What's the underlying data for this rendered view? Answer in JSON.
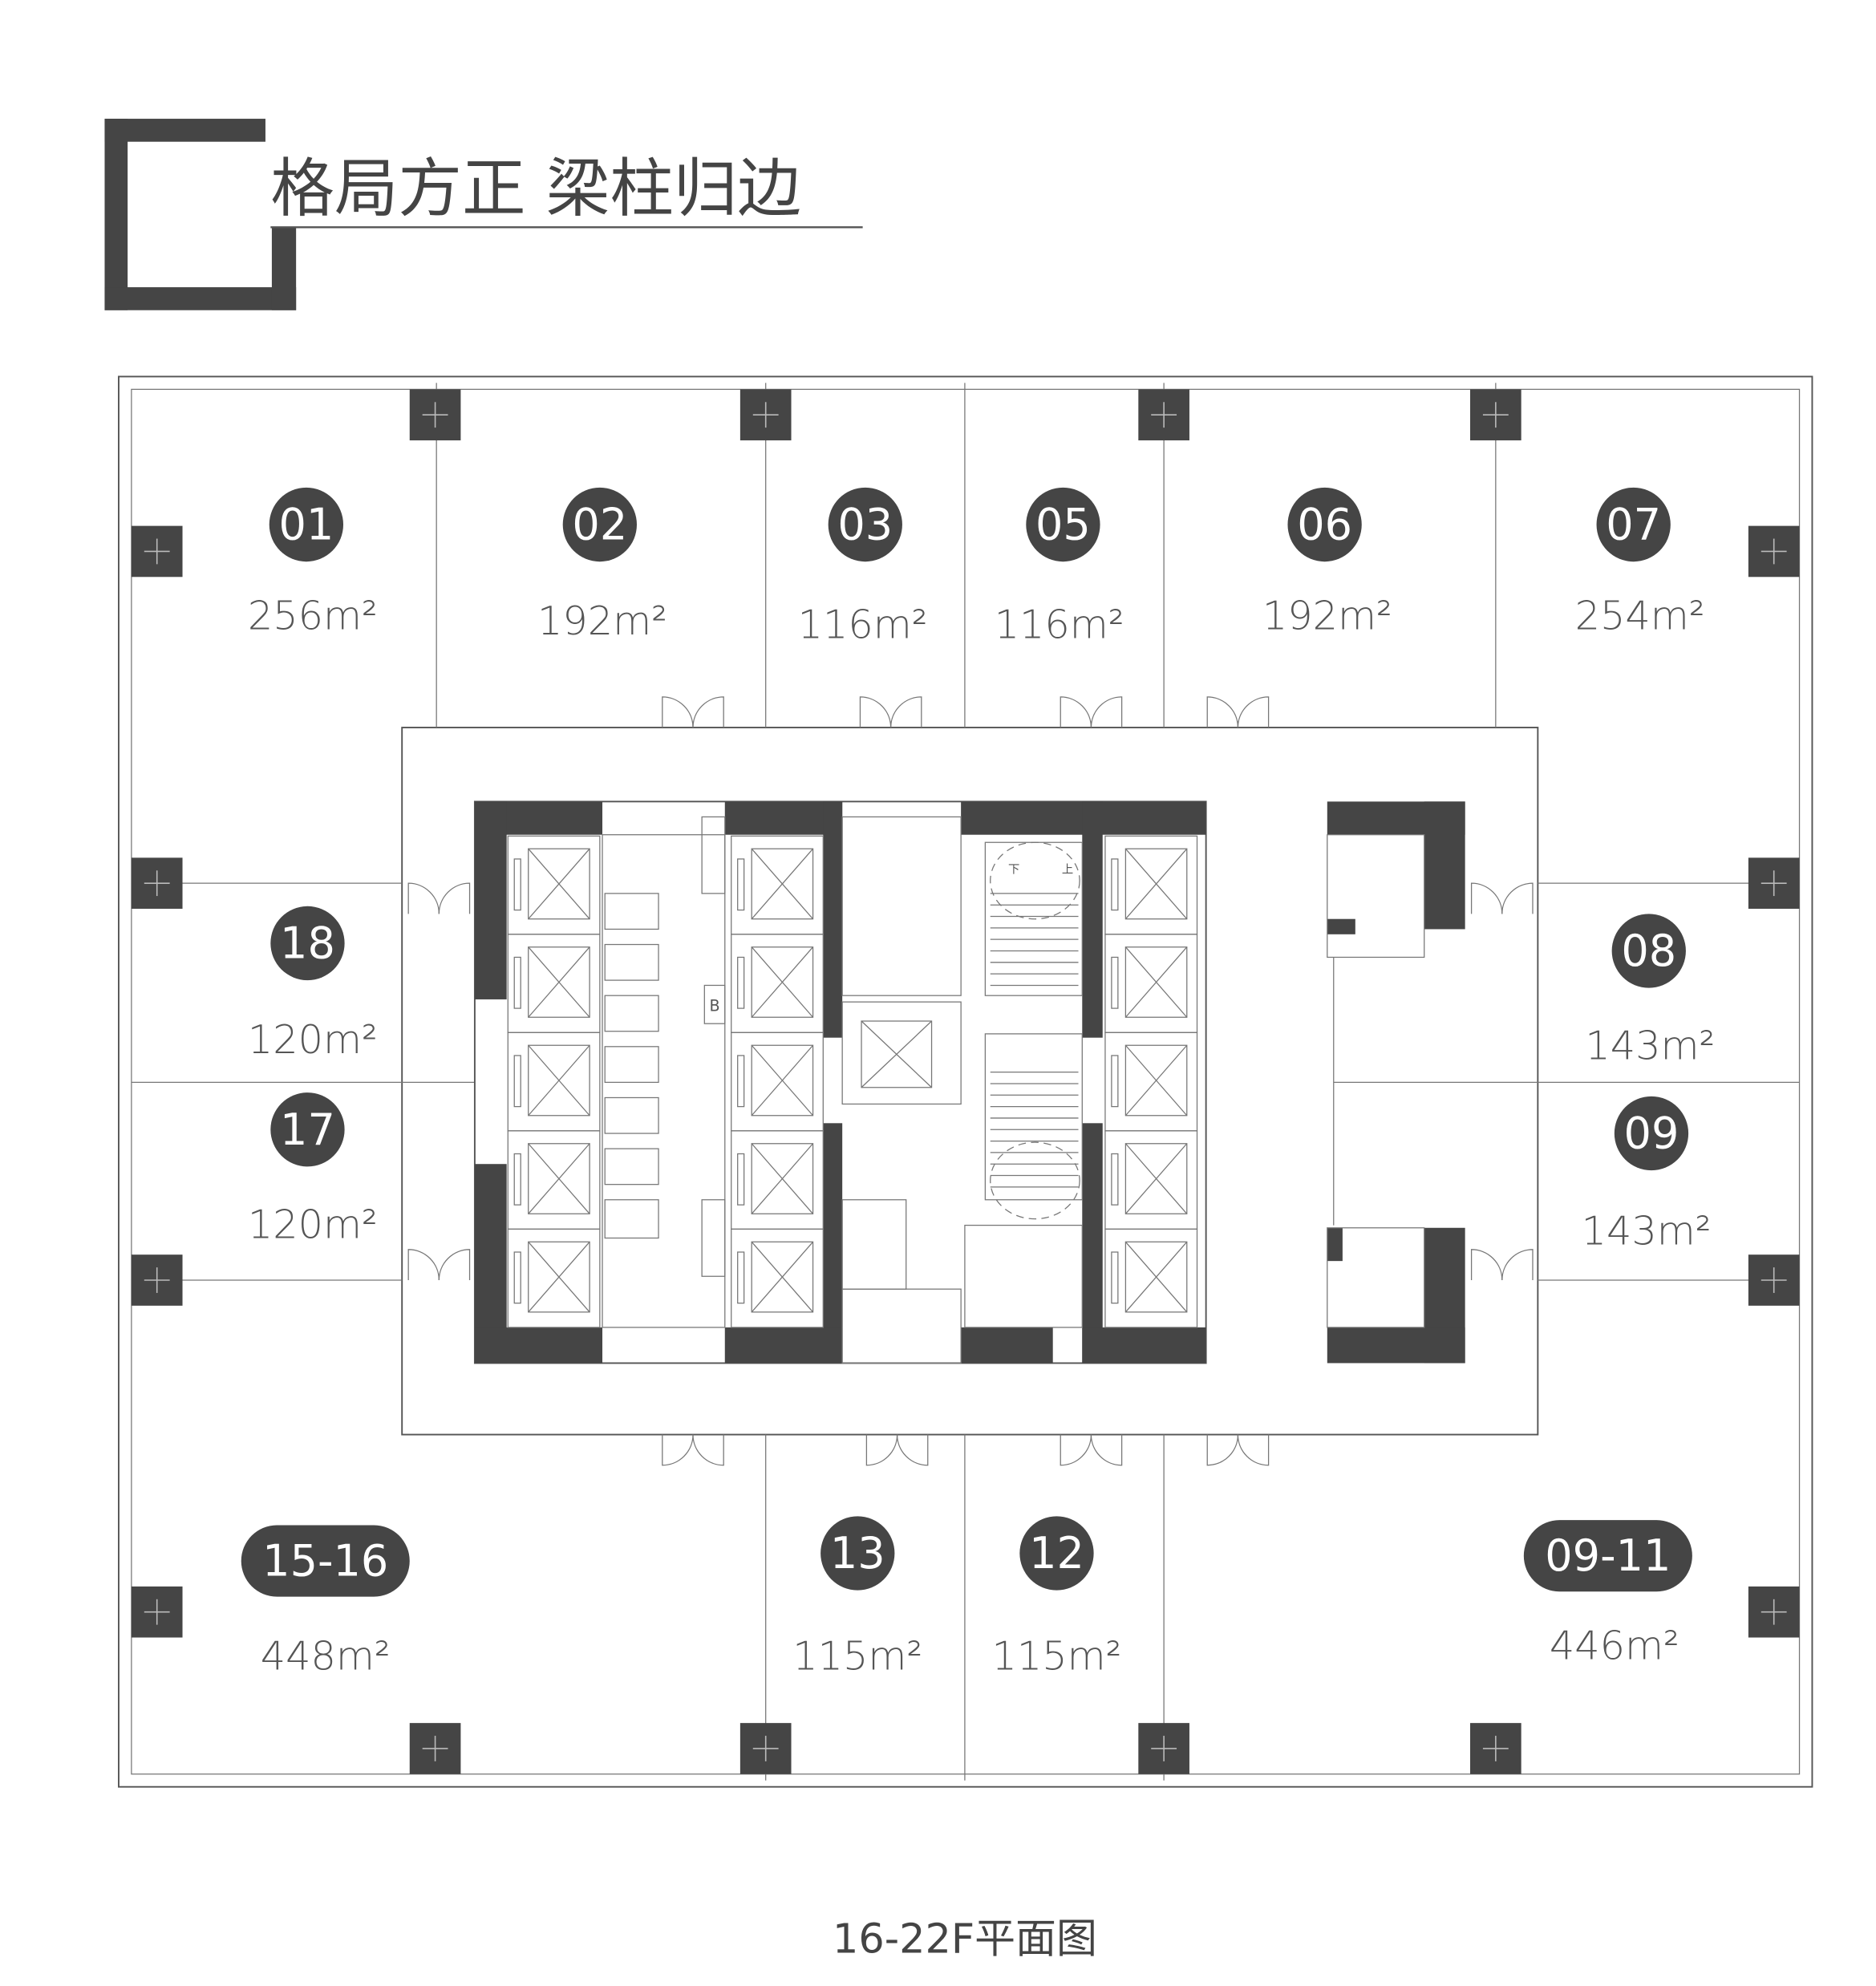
{
  "header": {
    "title": "格局方正 梁柱归边"
  },
  "caption": "16-22F平面图",
  "colors": {
    "dark": "#454545",
    "line": "#555555",
    "text": "#555555"
  },
  "units": [
    {
      "id": "01",
      "area": "256m²",
      "shape": "circle"
    },
    {
      "id": "02",
      "area": "192m²",
      "shape": "circle"
    },
    {
      "id": "03",
      "area": "116m²",
      "shape": "circle"
    },
    {
      "id": "05",
      "area": "116m²",
      "shape": "circle"
    },
    {
      "id": "06",
      "area": "192m²",
      "shape": "circle"
    },
    {
      "id": "07",
      "area": "254m²",
      "shape": "circle"
    },
    {
      "id": "18",
      "area": "120m²",
      "shape": "circle"
    },
    {
      "id": "17",
      "area": "120m²",
      "shape": "circle"
    },
    {
      "id": "08",
      "area": "143m²",
      "shape": "circle"
    },
    {
      "id": "09",
      "area": "143m²",
      "shape": "circle"
    },
    {
      "id": "15-16",
      "area": "448m²",
      "shape": "pill"
    },
    {
      "id": "13",
      "area": "115m²",
      "shape": "circle"
    },
    {
      "id": "12",
      "area": "115m²",
      "shape": "circle"
    },
    {
      "id": "09-11",
      "area": "446m²",
      "shape": "pill"
    }
  ],
  "core_labels": {
    "toilet_b": "B",
    "stair_up": "上",
    "stair_down": "下"
  }
}
